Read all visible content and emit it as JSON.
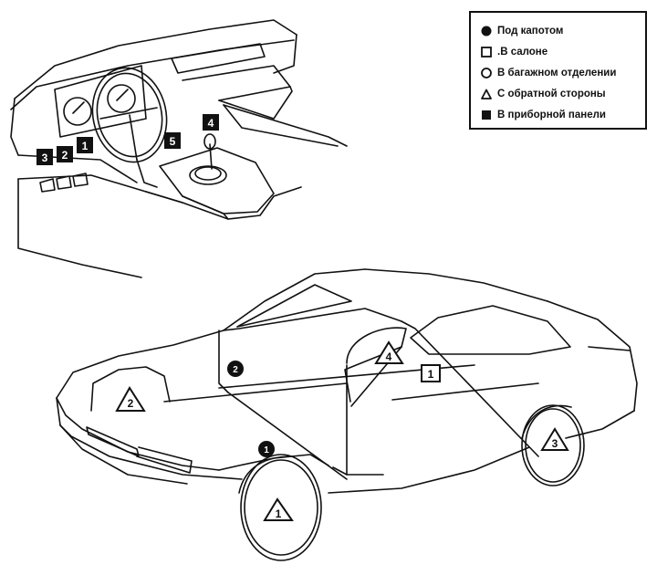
{
  "legend": {
    "items": [
      {
        "symbol": "filled-circle",
        "label": "Под капотом"
      },
      {
        "symbol": "open-square",
        "label": ".В салоне"
      },
      {
        "symbol": "open-circle",
        "label": "В багажном отделении"
      },
      {
        "symbol": "open-triangle",
        "label": "С обратной стороны"
      },
      {
        "symbol": "filled-square",
        "label": "В приборной панели"
      }
    ]
  },
  "dashboard_markers": [
    "3",
    "2",
    "1",
    "5",
    "4"
  ],
  "car_markers": [
    "2",
    "1",
    "4",
    "1",
    "2",
    "1",
    "3"
  ],
  "colors": {
    "ink": "#111111",
    "paper": "#ffffff"
  }
}
